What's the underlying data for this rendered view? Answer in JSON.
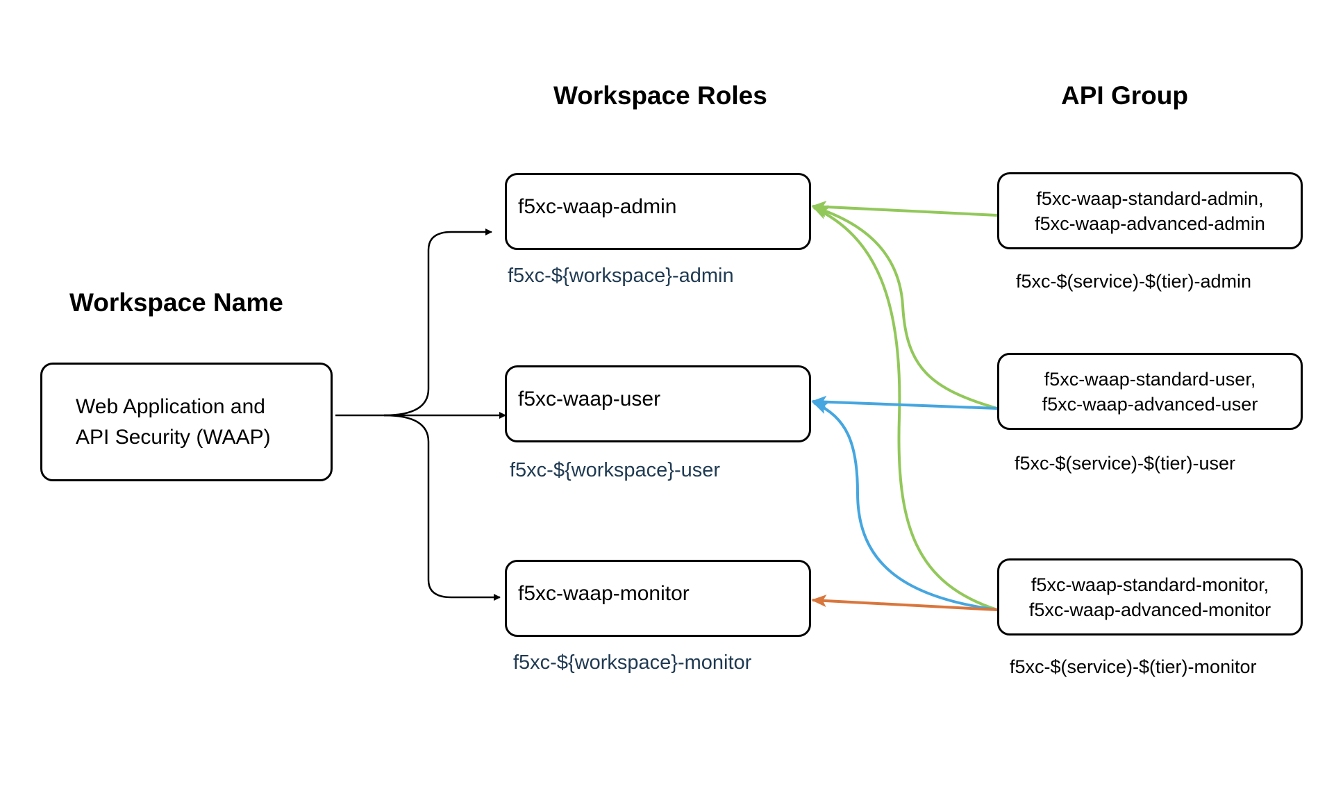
{
  "headings": {
    "workspace_name": "Workspace Name",
    "workspace_roles": "Workspace Roles",
    "api_group": "API Group"
  },
  "workspace": {
    "lines": [
      "Web Application and",
      "API Security (WAAP)"
    ]
  },
  "roles": [
    {
      "name": "f5xc-waap-admin",
      "pattern": "f5xc-${workspace}-admin"
    },
    {
      "name": "f5xc-waap-user",
      "pattern": "f5xc-${workspace}-user"
    },
    {
      "name": "f5xc-waap-monitor",
      "pattern": "f5xc-${workspace}-monitor"
    }
  ],
  "api_groups": [
    {
      "lines": [
        "f5xc-waap-standard-admin,",
        "f5xc-waap-advanced-admin"
      ],
      "pattern": "f5xc-$(service)-$(tier)-admin"
    },
    {
      "lines": [
        "f5xc-waap-standard-user,",
        "f5xc-waap-advanced-user"
      ],
      "pattern": "f5xc-$(service)-$(tier)-user"
    },
    {
      "lines": [
        "f5xc-waap-standard-monitor,",
        "f5xc-waap-advanced-monitor"
      ],
      "pattern": "f5xc-$(service)-$(tier)-monitor"
    }
  ],
  "colors": {
    "admin_link": "#92c85a",
    "user_link": "#45a6e0",
    "monitor_link": "#d9763c",
    "branch": "#000000"
  }
}
